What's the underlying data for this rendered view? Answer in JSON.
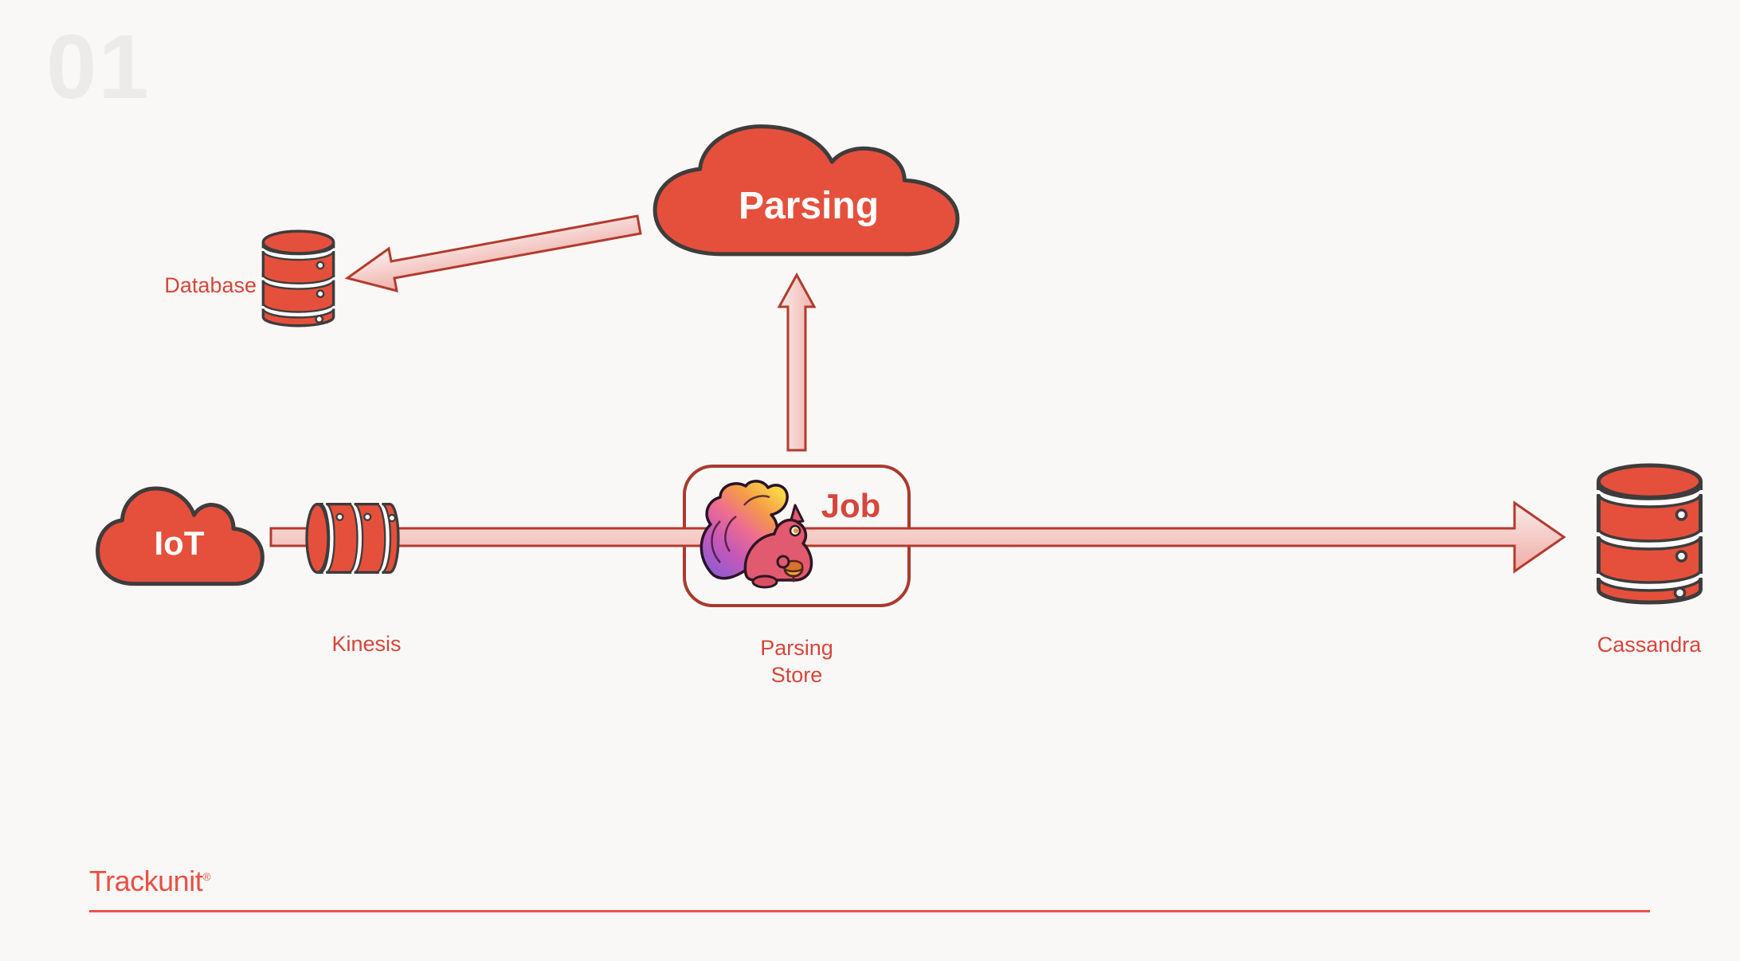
{
  "slide": {
    "number": "01"
  },
  "diagram": {
    "parsing_cloud": {
      "label": "Parsing",
      "shape": "cloud"
    },
    "iot_cloud": {
      "label": "IoT",
      "shape": "cloud"
    },
    "database": {
      "label": "Database",
      "shape": "database-cylinder"
    },
    "kinesis": {
      "label": "Kinesis",
      "shape": "horizontal-stream-cylinder"
    },
    "parsing_store": {
      "title": "Job",
      "caption_line1": "Parsing",
      "caption_line2": "Store",
      "logo": "apache-flink-squirrel"
    },
    "cassandra": {
      "label": "Cassandra",
      "shape": "database-cylinder"
    },
    "arrows": [
      {
        "name": "parsing-to-database",
        "from": "Parsing",
        "to": "Database"
      },
      {
        "name": "parsing-store-to-parsing",
        "from": "Parsing Store",
        "to": "Parsing"
      },
      {
        "name": "iot-to-cassandra",
        "from": "IoT",
        "through": "Kinesis, Parsing Store",
        "to": "Cassandra"
      }
    ],
    "colors": {
      "background": "#FAF8F7",
      "shape_fill": "#E5503C",
      "shape_outline": "#3E3C3C",
      "label_text": "#D5463B",
      "box_border": "#A93A2E",
      "arrow_outline": "#B23B2E",
      "arrow_fill_light": "#FBEBE9",
      "arrow_fill_dark": "#EEACA6",
      "footer_accent": "#EA5043"
    }
  },
  "footer": {
    "brand": "Trackunit",
    "trademark": "®"
  }
}
